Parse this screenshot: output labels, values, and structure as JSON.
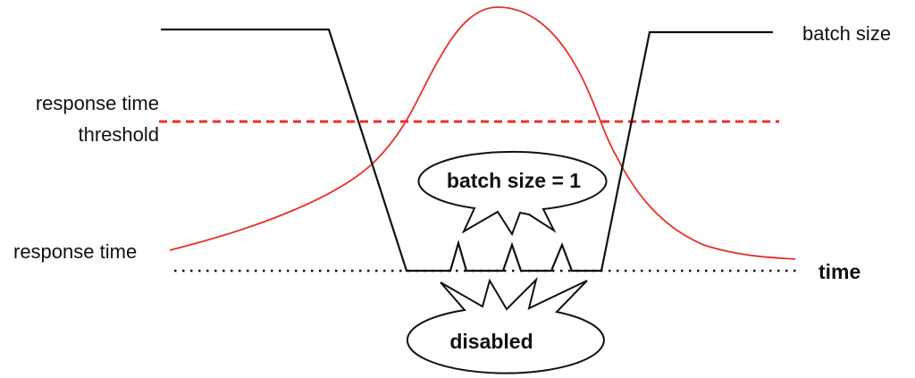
{
  "labels": {
    "batch_size": "batch size",
    "threshold_line1": "response time",
    "threshold_line2": "threshold",
    "response_time": "response time",
    "time_axis": "time"
  },
  "callouts": {
    "top": "batch size = 1",
    "bottom": "disabled"
  },
  "colors": {
    "batch_line": "#111111",
    "response_curve": "#e8302a",
    "threshold": "#e8302a"
  }
}
